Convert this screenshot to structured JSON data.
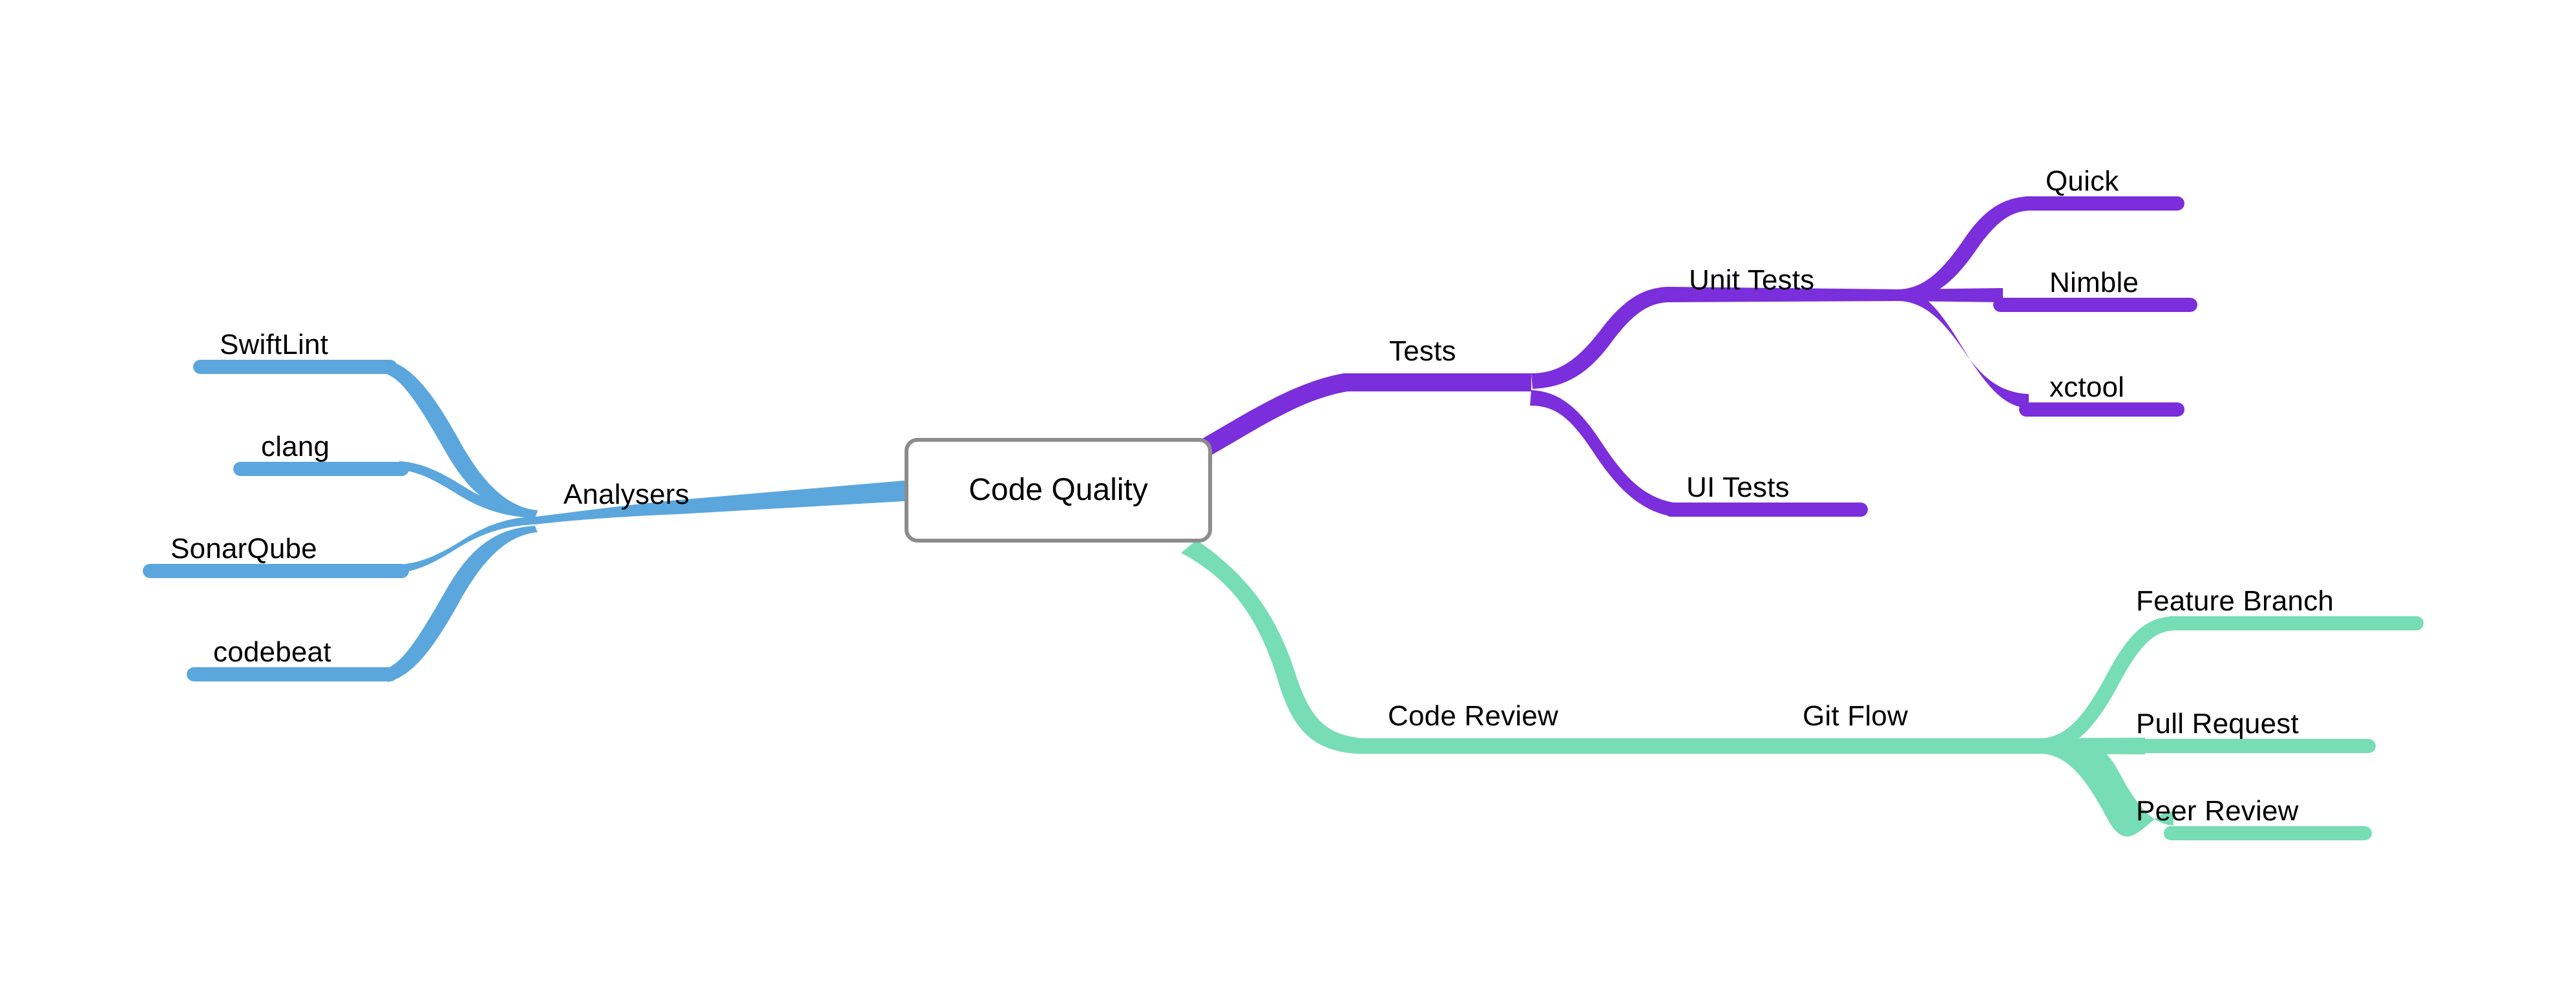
{
  "diagram": {
    "type": "mindmap",
    "title": "Code Quality",
    "background_color": "#ffffff",
    "central_node": {
      "label": "Code Quality",
      "border_color": "#8c8c8c",
      "fill_color": "#ffffff",
      "text_color": "#000000"
    },
    "branches": [
      {
        "id": "analysers",
        "label": "Analysers",
        "color": "#5ba7dd",
        "side": "left",
        "children": [
          {
            "id": "swiftlint",
            "label": "SwiftLint"
          },
          {
            "id": "clang",
            "label": "clang"
          },
          {
            "id": "sonarqube",
            "label": "SonarQube"
          },
          {
            "id": "codebeat",
            "label": "codebeat"
          }
        ]
      },
      {
        "id": "tests",
        "label": "Tests",
        "color": "#7b2edb",
        "side": "right",
        "children": [
          {
            "id": "unit-tests",
            "label": "Unit Tests",
            "children": [
              {
                "id": "quick",
                "label": "Quick"
              },
              {
                "id": "nimble",
                "label": "Nimble"
              },
              {
                "id": "xctool",
                "label": "xctool"
              }
            ]
          },
          {
            "id": "ui-tests",
            "label": "UI Tests",
            "children": []
          }
        ]
      },
      {
        "id": "code-review",
        "label": "Code Review",
        "color": "#77ddb4",
        "side": "right",
        "children": [
          {
            "id": "git-flow",
            "label": "Git Flow",
            "children": [
              {
                "id": "feature-branch",
                "label": "Feature Branch"
              },
              {
                "id": "pull-request",
                "label": "Pull Request"
              },
              {
                "id": "peer-review",
                "label": "Peer Review"
              }
            ]
          }
        ]
      }
    ]
  },
  "labels": {
    "analysers": "Analysers",
    "swiftlint": "SwiftLint",
    "clang": "clang",
    "sonarqube": "SonarQube",
    "codebeat": "codebeat",
    "tests": "Tests",
    "unit_tests": "Unit Tests",
    "quick": "Quick",
    "nimble": "Nimble",
    "xctool": "xctool",
    "ui_tests": "UI Tests",
    "code_review": "Code Review",
    "git_flow": "Git Flow",
    "feature_branch": "Feature Branch",
    "pull_request": "Pull Request",
    "peer_review": "Peer Review",
    "central": "Code Quality"
  }
}
